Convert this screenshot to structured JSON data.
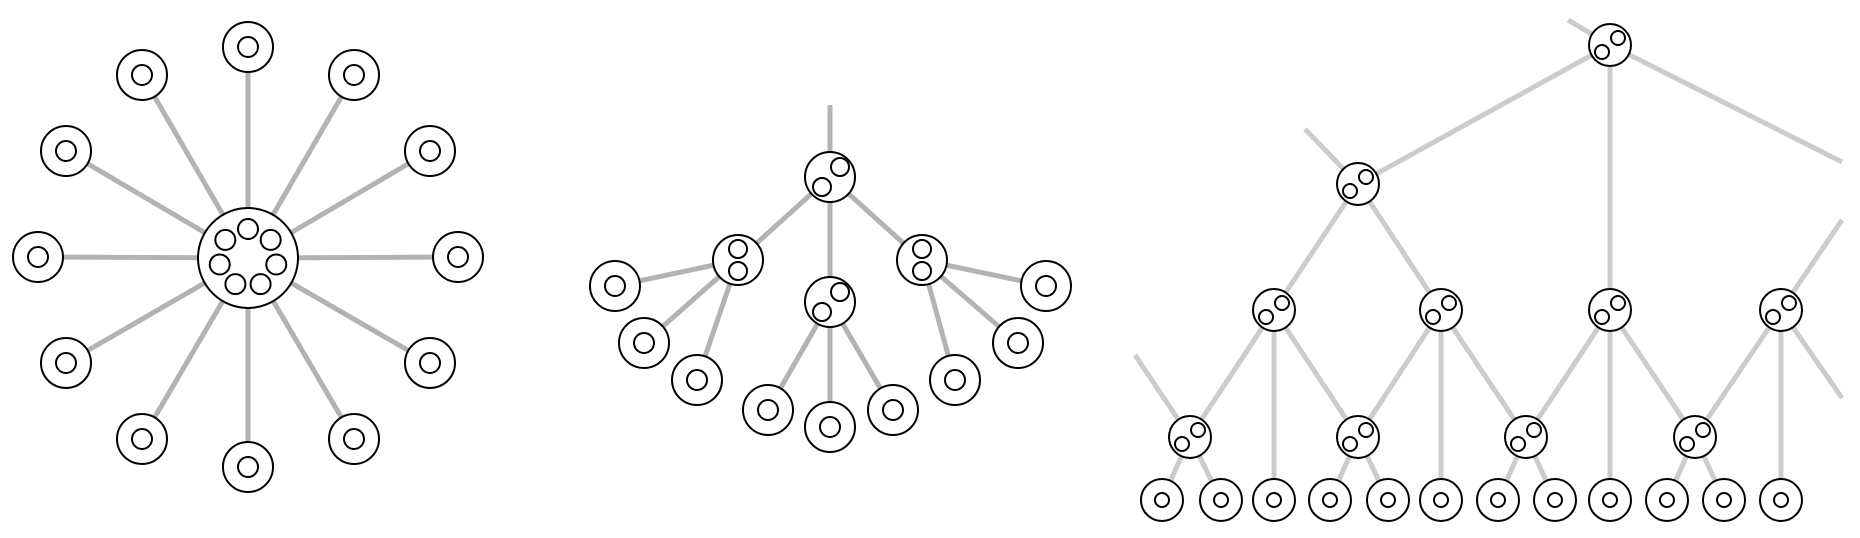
{
  "colors": {
    "background": "#ffffff",
    "outline": "#000000",
    "edge_star": "#b3b3b3",
    "edge_tree": "#b3b3b3",
    "edge_binary": "#cccccc"
  },
  "diagrams": [
    {
      "name": "star-network",
      "description_hidden": true
    },
    {
      "name": "two-level-tree",
      "description_hidden": true
    },
    {
      "name": "binary-hierarchy",
      "description_hidden": true
    }
  ]
}
